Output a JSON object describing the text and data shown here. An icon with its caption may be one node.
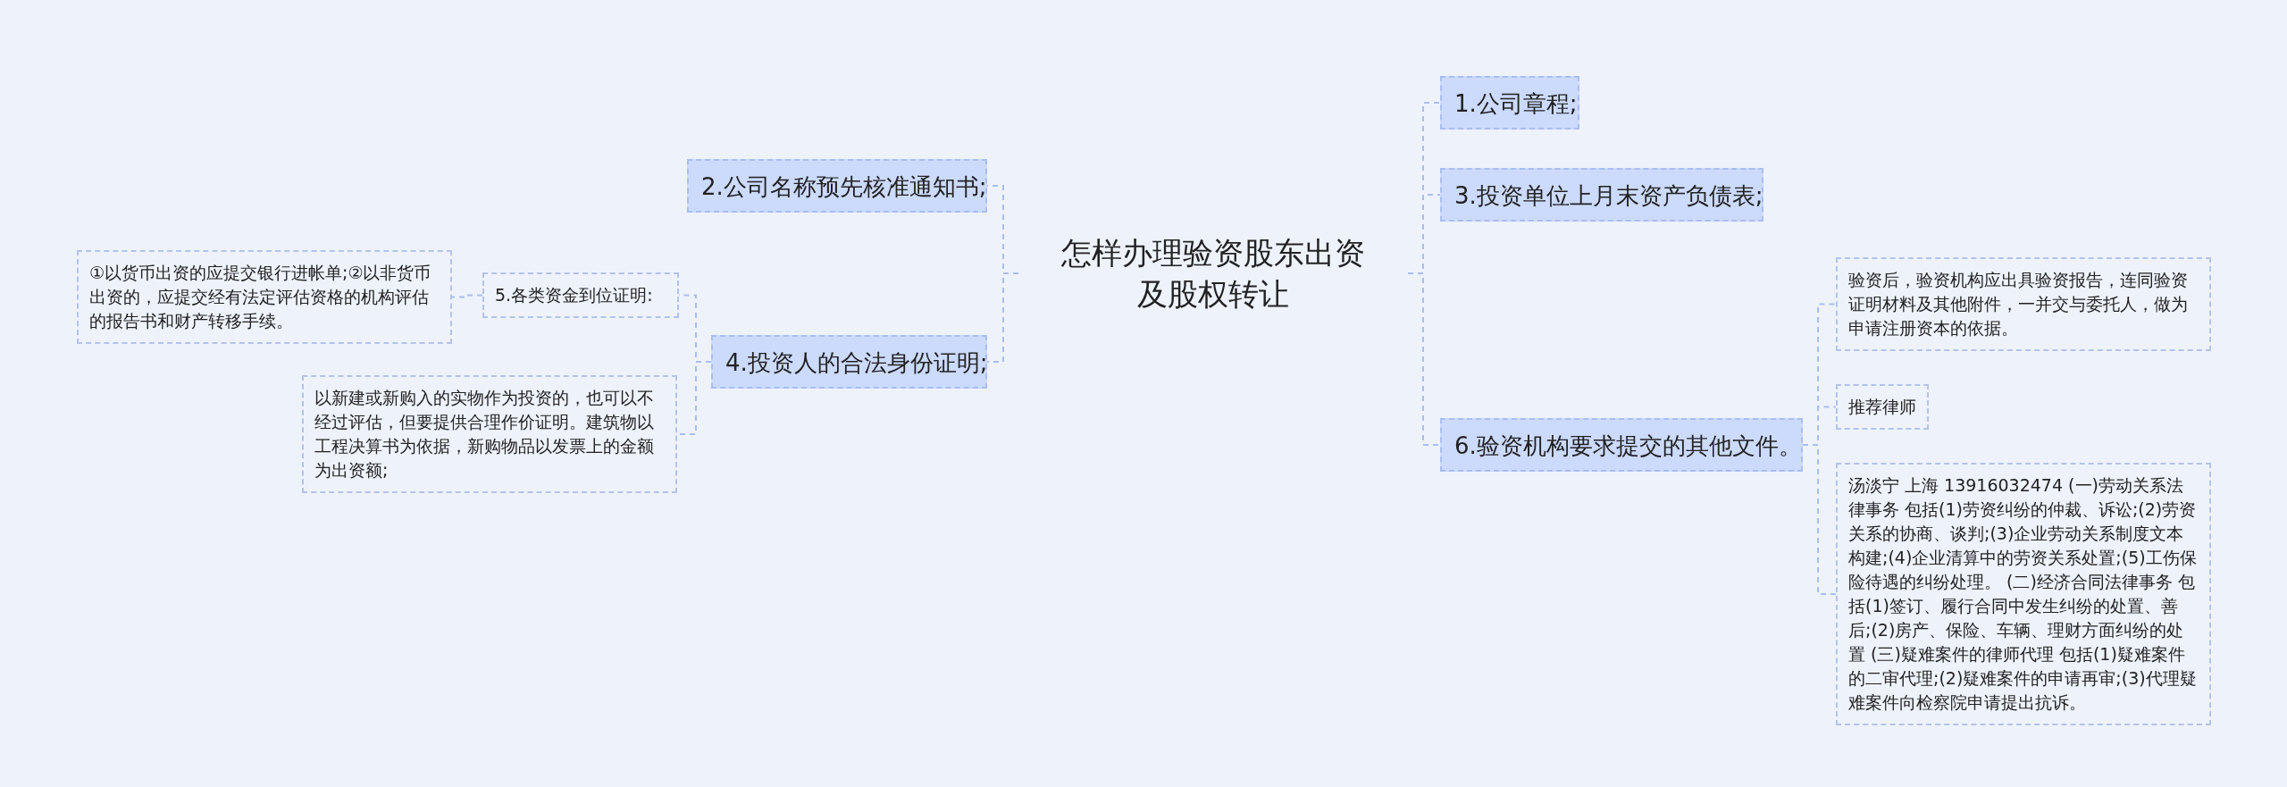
{
  "diagram": {
    "nodes": [
      {
        "text": [
          "怎样办理验资股东出资及股权转让"
        ]
      },
      {
        "text": [
          "1.公司章程;"
        ]
      },
      {
        "text": [
          "3.投资单位上月末资产负债表;"
        ]
      },
      {
        "text": [
          "6.验资机构要求提交的其他文件。"
        ]
      },
      {
        "text": [
          "验资后，验资机构应出具验资报告，连同验资证明材料及其他附件，一并交与委托人，做为申请注册资本的依据。"
        ]
      },
      {
        "text": [
          "推荐律师"
        ]
      },
      {
        "text": [
          "汤淡宁 上海 13916032474 (一)劳动关系法律事务 包括(1)劳资纠纷的仲裁、诉讼;(2)劳资关系的协商、谈判;(3)企业劳动关系制度文本构建;(4)企业清算中的劳资关系处置;(5)工伤保险待遇的纠纷处理。 (二)经济合同法律事务 包括(1)签订、履行合同中发生纠纷的处置、善后;(2)房产、保险、车辆、理财方面纠纷的处置 (三)疑难案件的律师代理 包括(1)疑难案件的二审代理;(2)疑难案件的申请再审;(3)代理疑难案件向检察院申请提出抗诉。"
        ]
      },
      {
        "text": [
          "2.公司名称预先核准通知书;"
        ]
      },
      {
        "text": [
          "4.投资人的合法身份证明;"
        ]
      },
      {
        "text": [
          "5.各类资金到位证明:"
        ]
      },
      {
        "text": [
          "①以货币出资的应提交银行进帐单;②以非货币出资的，应提交经有法定评估资格的机构评估的报告书和财产转移手续。"
        ]
      },
      {
        "text": [
          "以新建或新购入的实物作为投资的，也可以不经过评估，但要提供合理作价证明。建筑物以工程决算书为依据，新购物品以发票上的金额为出资额;"
        ]
      }
    ],
    "edges": [
      {
        "from": 0,
        "to": 1,
        "arrow": "none"
      },
      {
        "from": 0,
        "to": 2,
        "arrow": "none"
      },
      {
        "from": 0,
        "to": 3,
        "arrow": "none"
      },
      {
        "from": 3,
        "to": 4,
        "arrow": "none"
      },
      {
        "from": 3,
        "to": 5,
        "arrow": "none"
      },
      {
        "from": 3,
        "to": 6,
        "arrow": "none"
      },
      {
        "from": 0,
        "to": 7,
        "arrow": "none"
      },
      {
        "from": 0,
        "to": 8,
        "arrow": "none"
      },
      {
        "from": 8,
        "to": 9,
        "arrow": "none"
      },
      {
        "from": 8,
        "to": 11,
        "arrow": "none"
      },
      {
        "from": 9,
        "to": 10,
        "arrow": "none"
      }
    ]
  }
}
